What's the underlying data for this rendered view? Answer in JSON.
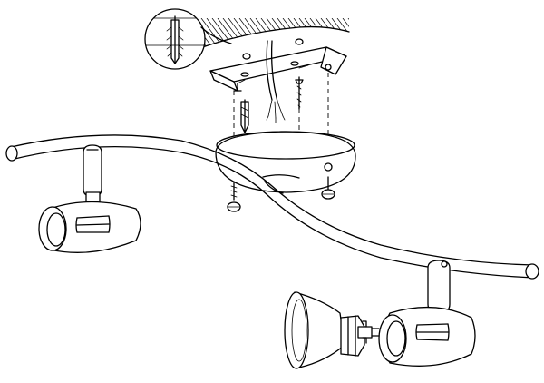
{
  "diagram": {
    "components": [
      "wall-plug",
      "ceiling-bracket",
      "mounting-screw",
      "power-wires",
      "ceiling-canopy",
      "canopy-screw",
      "curved-bar",
      "spotlight-head",
      "reflector",
      "bulb-socket"
    ]
  }
}
